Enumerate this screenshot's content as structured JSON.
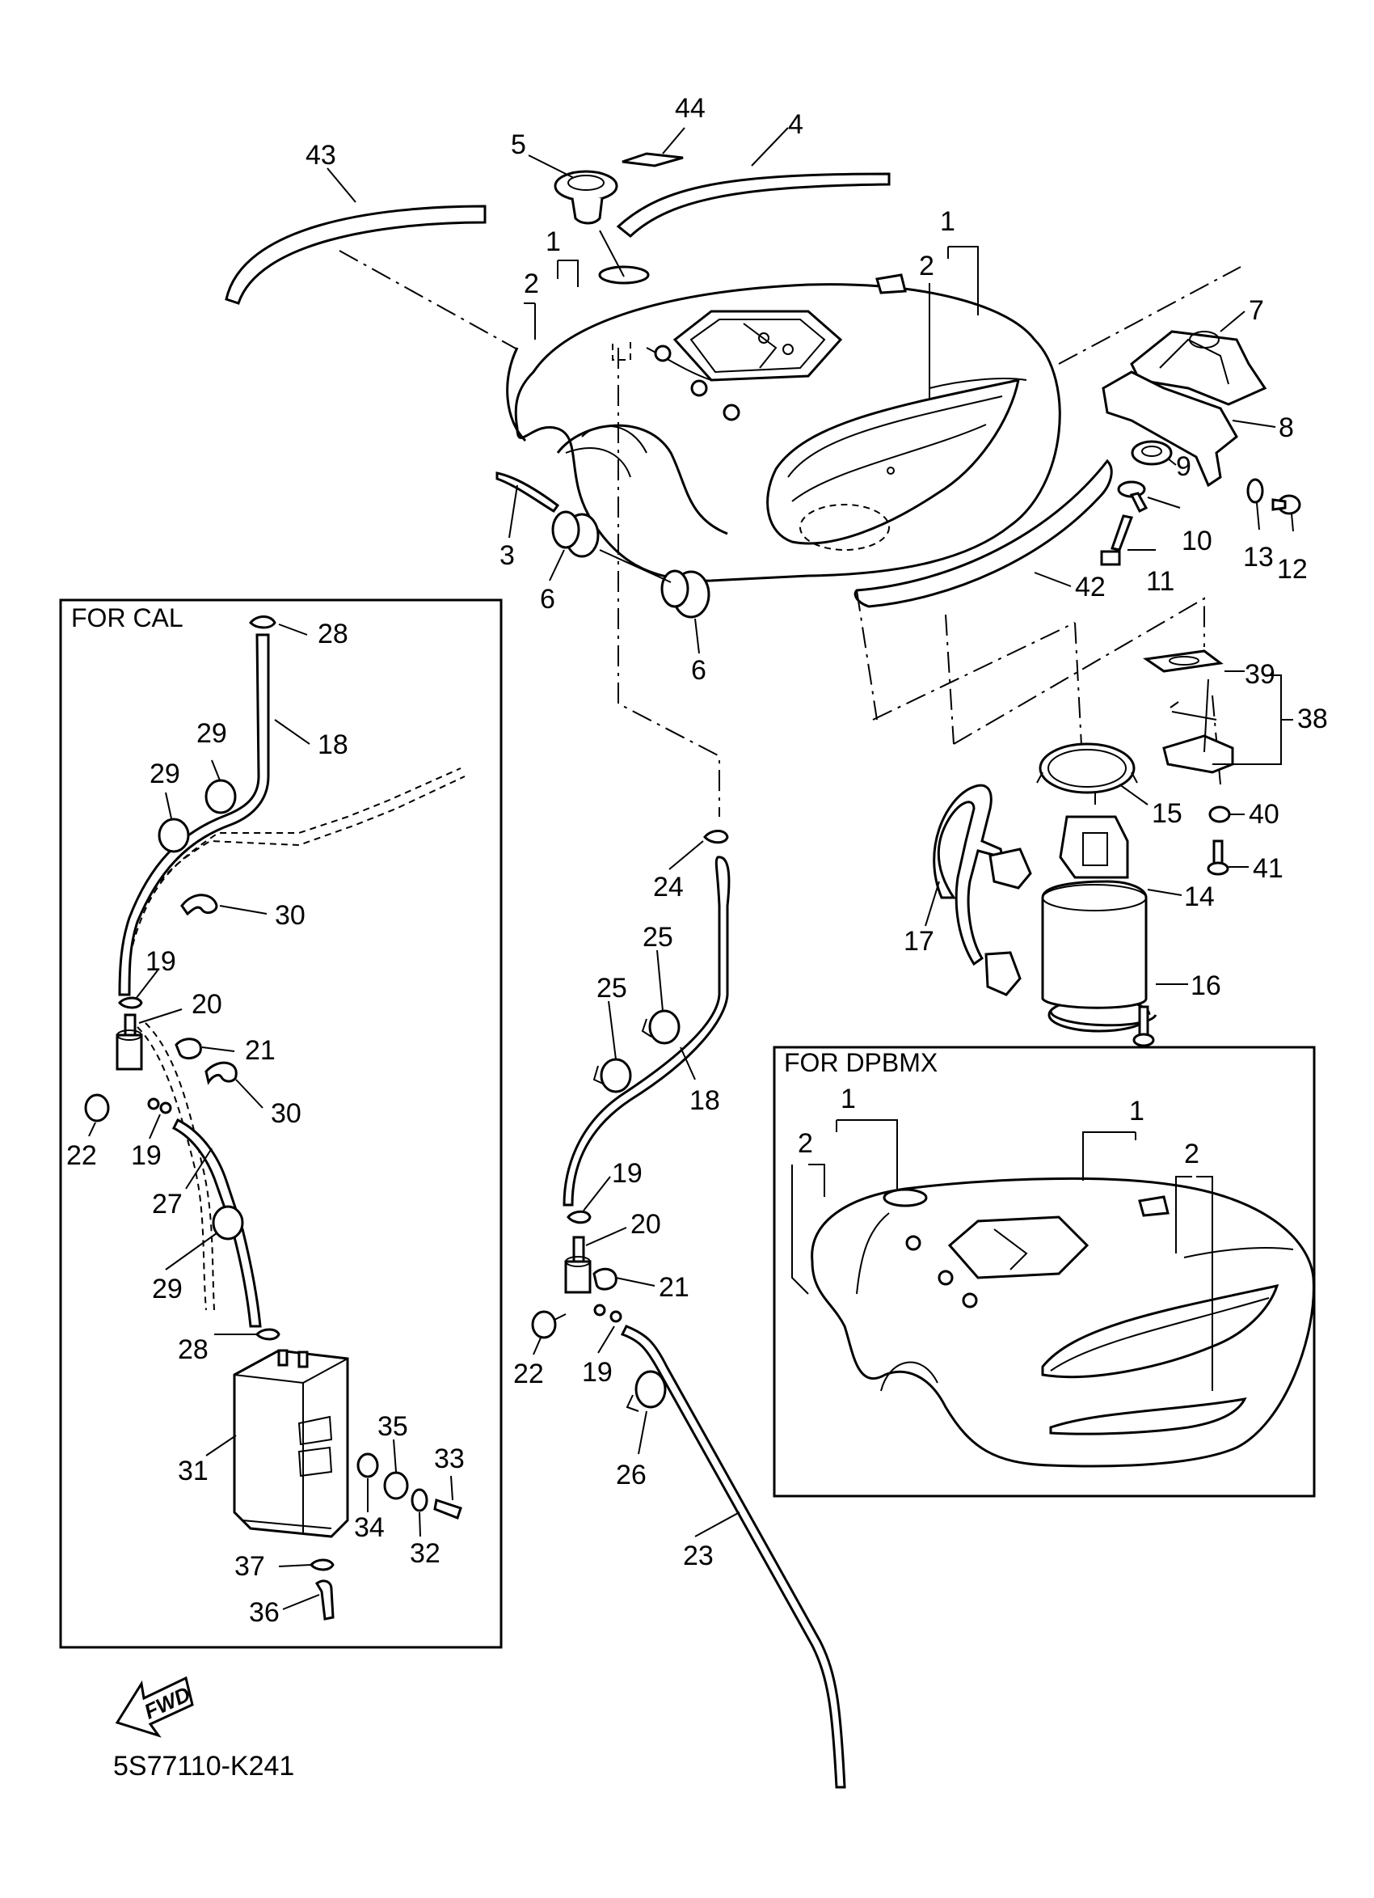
{
  "diagram": {
    "type": "exploded parts diagram",
    "boxes": {
      "cal_title": "FOR CAL",
      "dpbmx_title": "FOR DPBMX"
    },
    "fwd_label": "FWD",
    "drawing_code": "5S77110-K241",
    "callouts": {
      "c1": "1",
      "c2": "2",
      "c3": "3",
      "c4": "4",
      "c5": "5",
      "c6": "6",
      "c7": "7",
      "c8": "8",
      "c9": "9",
      "c10": "10",
      "c11": "11",
      "c12": "12",
      "c13": "13",
      "c14": "14",
      "c15": "15",
      "c16": "16",
      "c17": "17",
      "c18": "18",
      "c19": "19",
      "c20": "20",
      "c21": "21",
      "c22": "22",
      "c23": "23",
      "c24": "24",
      "c25": "25",
      "c26": "26",
      "c27": "27",
      "c28": "28",
      "c29": "29",
      "c30": "30",
      "c31": "31",
      "c32": "32",
      "c33": "33",
      "c34": "34",
      "c35": "35",
      "c36": "36",
      "c37": "37",
      "c38": "38",
      "c39": "39",
      "c40": "40",
      "c41": "41",
      "c42": "42",
      "c43": "43",
      "c44": "44"
    }
  }
}
